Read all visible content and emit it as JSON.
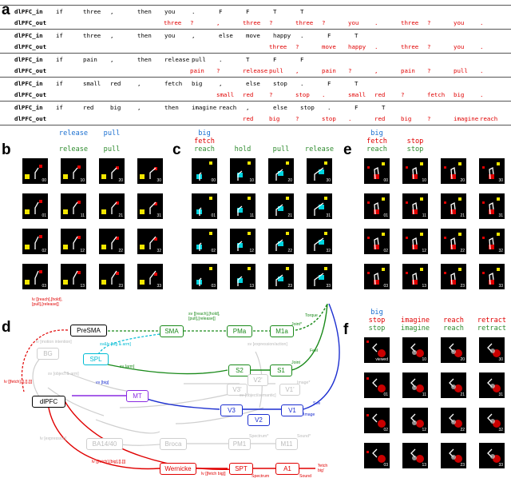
{
  "panel_labels": {
    "a": "a",
    "b": "b",
    "c": "c",
    "d": "d",
    "e": "e",
    "f": "f"
  },
  "row_names": {
    "in": "dlPFC_in",
    "out": "dlPFC_out"
  },
  "sequences": [
    {
      "in": [
        "if",
        "three",
        ",",
        "then",
        "you",
        ".",
        "F",
        "F",
        "T",
        "T"
      ],
      "out": [
        "three",
        "?",
        ",",
        "three",
        "?",
        "three",
        "?",
        "you",
        ".",
        "three",
        "?",
        "you",
        "."
      ]
    },
    {
      "in": [
        "if",
        "three",
        ",",
        "then",
        "you",
        ",",
        "else",
        "move",
        "happy",
        ".",
        "F",
        "T"
      ],
      "out": [
        "three",
        "?",
        "move",
        "happy",
        ".",
        "three",
        "?",
        "you",
        "."
      ]
    },
    {
      "in": [
        "if",
        "pain",
        ",",
        "then",
        "release",
        "pull",
        ".",
        "T",
        "F",
        "F"
      ],
      "out": [
        "pain",
        "?",
        "release",
        "pull",
        ",",
        "pain",
        "?",
        ",",
        "pain",
        "?",
        "pull",
        "."
      ]
    },
    {
      "in": [
        "if",
        "small",
        "red",
        ",",
        "fetch",
        "big",
        ",",
        "else",
        "stop",
        ".",
        "F",
        "T"
      ],
      "out": [
        "small",
        "red",
        "?",
        "stop",
        ".",
        "small",
        "red",
        "?",
        "fetch",
        "big",
        "."
      ]
    },
    {
      "in": [
        "if",
        "red",
        "big",
        ",",
        "then",
        "imagine",
        "reach",
        ",",
        "else",
        "stop",
        ".",
        "F",
        "T"
      ],
      "out": [
        "red",
        "big",
        "?",
        "stop",
        ".",
        "red",
        "big",
        "?",
        "imagine",
        "reach"
      ]
    }
  ],
  "panel_b": {
    "headers": [
      {
        "top": "",
        "bottom": ""
      },
      {
        "top": "release",
        "bottom": "release"
      },
      {
        "top": "pull",
        "bottom": "pull"
      },
      {
        "top": "",
        "bottom": ""
      }
    ],
    "indices": [
      [
        "00",
        "10",
        "20",
        "30"
      ],
      [
        "01",
        "11",
        "21",
        "31"
      ],
      [
        "02",
        "12",
        "22",
        "32"
      ],
      [
        "03",
        "13",
        "23",
        "33"
      ]
    ]
  },
  "panel_c": {
    "headers": [
      {
        "top": "big",
        "mid": "fetch",
        "bottom": "reach"
      },
      {
        "top": "",
        "mid": "",
        "bottom": "hold"
      },
      {
        "top": "",
        "mid": "",
        "bottom": "pull"
      },
      {
        "top": "",
        "mid": "",
        "bottom": "release"
      }
    ],
    "indices": [
      [
        "00",
        "10",
        "20",
        "30"
      ],
      [
        "01",
        "11",
        "21",
        "31"
      ],
      [
        "02",
        "12",
        "22",
        "32"
      ],
      [
        "03",
        "13",
        "23",
        "33"
      ]
    ]
  },
  "panel_e": {
    "headers": [
      {
        "top": "big",
        "mid": "fetch",
        "bottom": "reach"
      },
      {
        "top": "",
        "mid": "stop",
        "bottom": "stop"
      },
      {
        "top": "",
        "mid": "",
        "bottom": ""
      },
      {
        "top": "",
        "mid": "",
        "bottom": ""
      }
    ],
    "indices": [
      [
        "00",
        "10",
        "20",
        "30"
      ],
      [
        "01",
        "11",
        "21",
        "31"
      ],
      [
        "02",
        "12",
        "22",
        "32"
      ],
      [
        "03",
        "13",
        "23",
        "33"
      ]
    ]
  },
  "panel_f": {
    "headers": [
      {
        "top": "big",
        "mid": "stop",
        "bottom": "stop"
      },
      {
        "top": "",
        "mid": "imagine",
        "bottom": "imagine"
      },
      {
        "top": "",
        "mid": "reach",
        "bottom": "reach"
      },
      {
        "top": "",
        "mid": "retract",
        "bottom": "retract"
      }
    ],
    "first_label": "viewed",
    "indices": [
      [
        "00",
        "10",
        "20",
        "30"
      ],
      [
        "01",
        "11",
        "21",
        "31"
      ],
      [
        "02",
        "12",
        "22",
        "32"
      ],
      [
        "03",
        "13",
        "23",
        "33"
      ]
    ]
  },
  "diagram": {
    "nodes": {
      "presma": "PreSMA",
      "sma": "SMA",
      "pma": "PMa",
      "m1a": "M1a",
      "spl": "SPL",
      "s2": "S2",
      "s1": "S1",
      "mt": "MT",
      "dlpfc": "dlPFC",
      "v3": "V3",
      "v2": "V2",
      "v1": "V1",
      "bg": "BG",
      "ba": "BA14/40",
      "broca": "Broca",
      "pm1": "PM1",
      "m11": "M11",
      "v3p": "V3'",
      "v2p": "V2'",
      "v1p": "V1'",
      "wernicke": "Wernicke",
      "spt": "SPT",
      "a1": "A1"
    },
    "labels": {
      "lv_presma": "lv [[reach],[hold],\n[pull],[release]]",
      "sv_sma": "sv [[reach],[hold],\n[pull],[release]]",
      "joint_star": "Joint*",
      "torque": "Torque",
      "feel": "Feel",
      "joint": "Joint",
      "see": "See",
      "image": "Image",
      "sv_arm": "sv [arm]",
      "svlsv": "sv&lv [big & arm]",
      "vv_big": "vv [big]",
      "lv_fetch": "lv [[fetch],[],[],[]]",
      "lv_fetchbig": "lv [[fetch],[big],[],[]]",
      "lv_fetchbig2": "lv [[fetch big]]",
      "spectrum": "Spectrum",
      "sound": "Sound",
      "fetch_big": "'fetch\nbig'",
      "spectrum_star": "Spectrum*",
      "sound_star": "Sound*",
      "image_star": "Image*",
      "lv_motion": "lv [motion intention]",
      "sv_object": "sv [object & arm]",
      "sv_expression": "sv [expression/action]",
      "lv_expression": "lv [expression]",
      "sv_object_sem": "sv [object/semantic]"
    }
  }
}
